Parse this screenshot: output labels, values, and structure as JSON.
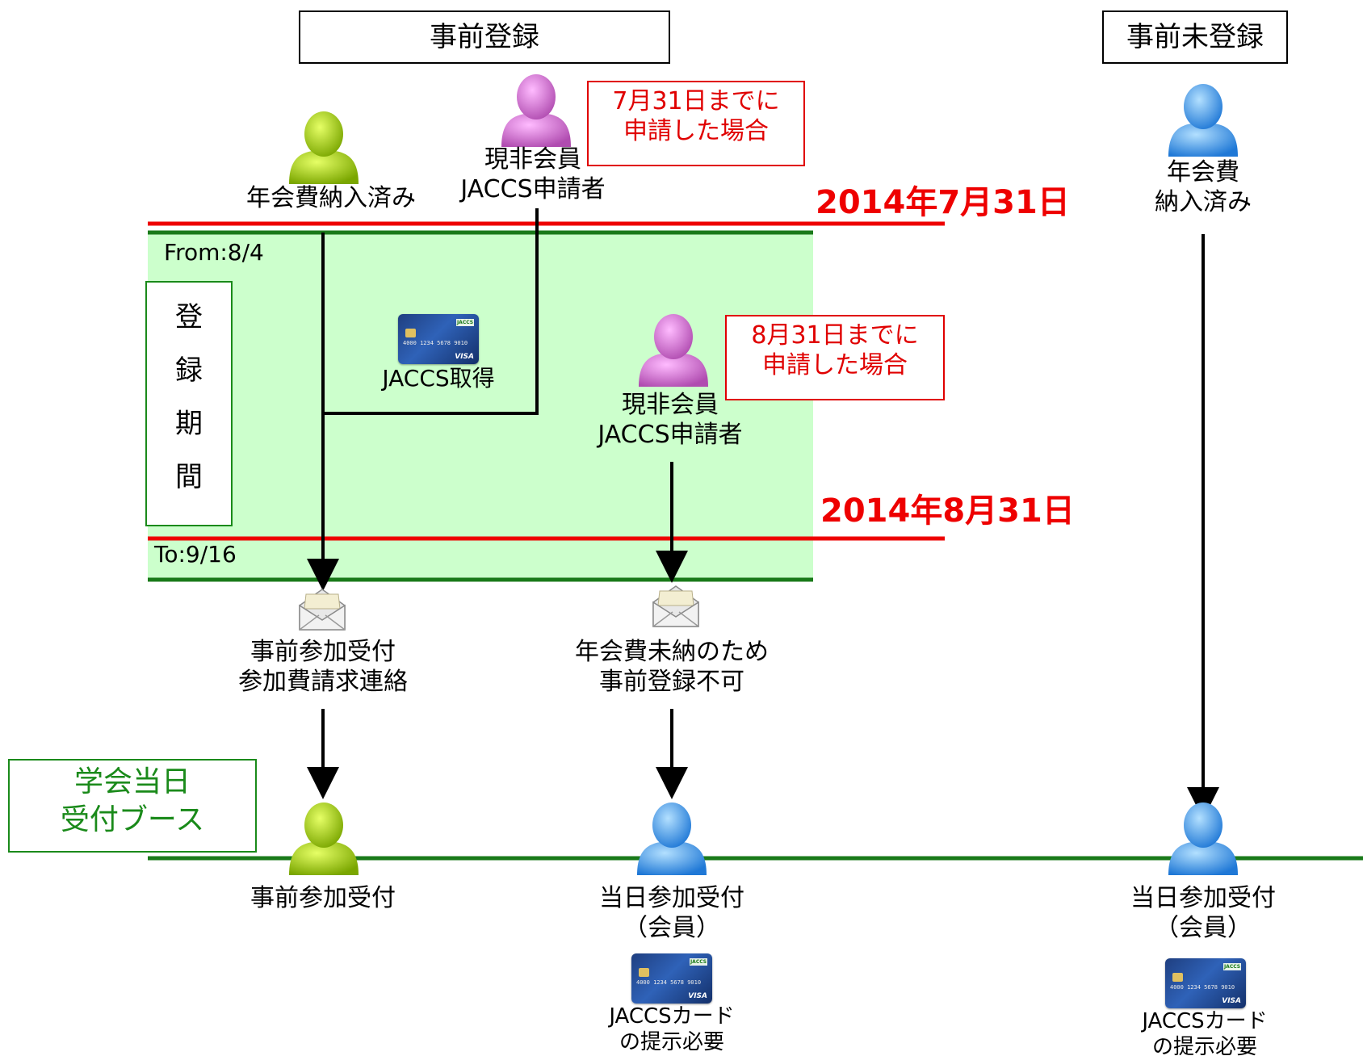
{
  "headers": {
    "pre_registered": "事前登録",
    "not_pre_registered": "事前未登録"
  },
  "dates": {
    "deadline_1": "2014年7月31日",
    "deadline_2": "2014年8月31日"
  },
  "notes": {
    "by_jul31": [
      "7月31日までに",
      "申請した場合"
    ],
    "by_aug31": [
      "8月31日までに",
      "申請した場合"
    ]
  },
  "persons": {
    "fee_paid": "年会費納入済み",
    "non_member_1": [
      "現非会員",
      "JACCS申請者"
    ],
    "non_member_2": [
      "現非会員",
      "JACCS申請者"
    ],
    "unregistered_fee_paid": [
      "年会費",
      "納入済み"
    ]
  },
  "period": {
    "from": "From:8/4",
    "to": "To:9/16",
    "label_chars": [
      "登",
      "録",
      "期",
      "間"
    ]
  },
  "card_label": "JACCS取得",
  "mail": {
    "left": [
      "事前参加受付",
      "参加費請求連絡"
    ],
    "right": [
      "年会費未納のため",
      "事前登録不可"
    ]
  },
  "booth": [
    "学会当日",
    "受付ブース"
  ],
  "outcomes": {
    "pre_reception": "事前参加受付",
    "same_day_1": [
      "当日参加受付",
      "（会員）"
    ],
    "same_day_2": [
      "当日参加受付",
      "（会員）"
    ],
    "card_required_1": [
      "JACCSカード",
      "の提示必要"
    ],
    "card_required_2": [
      "JACCSカード",
      "の提示必要"
    ]
  },
  "card_face": {
    "number": "4000 1234 5678 9010",
    "network": "VISA",
    "brand": "JACCS"
  },
  "colors": {
    "red": "#ee0000",
    "green": "#1a8a1a",
    "period_fill": "#ccffcc",
    "person_green": "#99cc00",
    "person_pink": "#cc66cc",
    "person_blue": "#3399ff"
  }
}
